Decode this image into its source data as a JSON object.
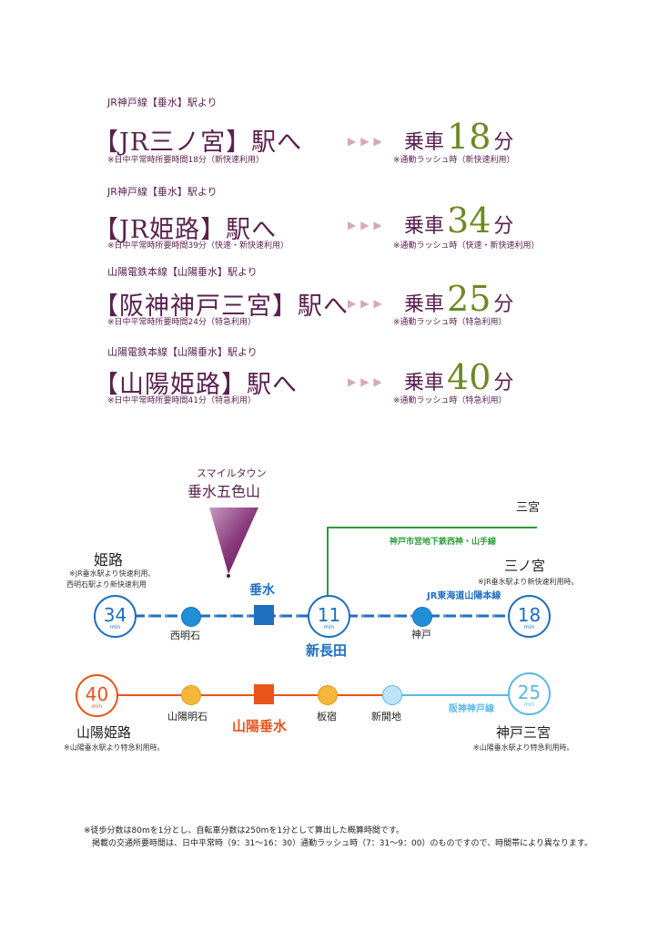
{
  "routes": [
    {
      "line": "JR神戸線【垂水】駅より",
      "station": "【JR三ノ宮】駅へ",
      "note": "※日中平常時所要時間18分（新快速利用）",
      "arrows": "▶▶▶",
      "ride": "乗車",
      "minutes": "18",
      "unit": "分",
      "rush_note": "※通勤ラッシュ時（新快速利用）"
    },
    {
      "line": "JR神戸線【垂水】駅より",
      "station": "【JR姫路】駅へ",
      "note": "※日中平常時所要時間39分（快速・新快速利用）",
      "arrows": "▶▶▶",
      "ride": "乗車",
      "minutes": "34",
      "unit": "分",
      "rush_note": "※通勤ラッシュ時（快速・新快速利用）"
    },
    {
      "line": "山陽電鉄本線【山陽垂水】駅より",
      "station": "【阪神神戸三宮】駅へ",
      "note": "※日中平常時所要時間24分（特急利用）",
      "arrows": "▶▶▶",
      "ride": "乗車",
      "minutes": "25",
      "unit": "分",
      "rush_note": "※通勤ラッシュ時（特急利用）"
    },
    {
      "line": "山陽電鉄本線【山陽垂水】駅より",
      "station": "【山陽姫路】駅へ",
      "note": "※日中平常時所要時間41分（特急利用）",
      "arrows": "▶▶▶",
      "ride": "乗車",
      "minutes": "40",
      "unit": "分",
      "rush_note": "※通勤ラッシュ時（特急利用）"
    }
  ],
  "map": {
    "property_sub": "スマイルタウン",
    "property_name": "垂水五色山",
    "sannomiya_top": "三宮",
    "subway_line": "神戸市営地下鉄西神・山手線",
    "himeji": "姫路",
    "himeji_note1": "※JR垂水駅より快速利用、",
    "himeji_note2": "西明石駅より新快速利用",
    "sannomiya": "三ノ宮",
    "sannomiya_note": "※JR垂水駅より新快速利用時。",
    "jr_line": "JR東海道山陽本線",
    "tarumi": "垂水",
    "nishiakashi": "西明石",
    "kobe": "神戸",
    "shin_nagata": "新長田",
    "min_unit": "min",
    "c_34": "34",
    "c_11": "11",
    "c_18": "18",
    "c_40": "40",
    "c_25": "25",
    "sanyo_akashi": "山陽明石",
    "sanyo_tarumi": "山陽垂水",
    "itayado": "板宿",
    "shinkaichi": "新開地",
    "hanshin_line": "阪神神戸線",
    "sanyo_himeji": "山陽姫路",
    "sanyo_himeji_note": "※山陽垂水駅より特急利用時。",
    "kobe_sannomiya": "神戸三宮",
    "kobe_sannomiya_note": "※山陽垂水駅より特急利用時。"
  },
  "footer": {
    "line1": "※徒歩分数は80mを1分とし、自転車分数は250mを1分として算出した概算時間です。",
    "line2": "　掲載の交通所要時間は、日中平常時（9：31〜16：30）通勤ラッシュ時（7：31〜9：00）のものですので、時間帯により異なります。"
  },
  "colors": {
    "jr": "#1f6fbf",
    "sanyo": "#e8541a",
    "subway": "#2c9c3a",
    "hanshin": "#5bb7e6",
    "accent": "#6b8a22",
    "title": "#5a2150"
  }
}
